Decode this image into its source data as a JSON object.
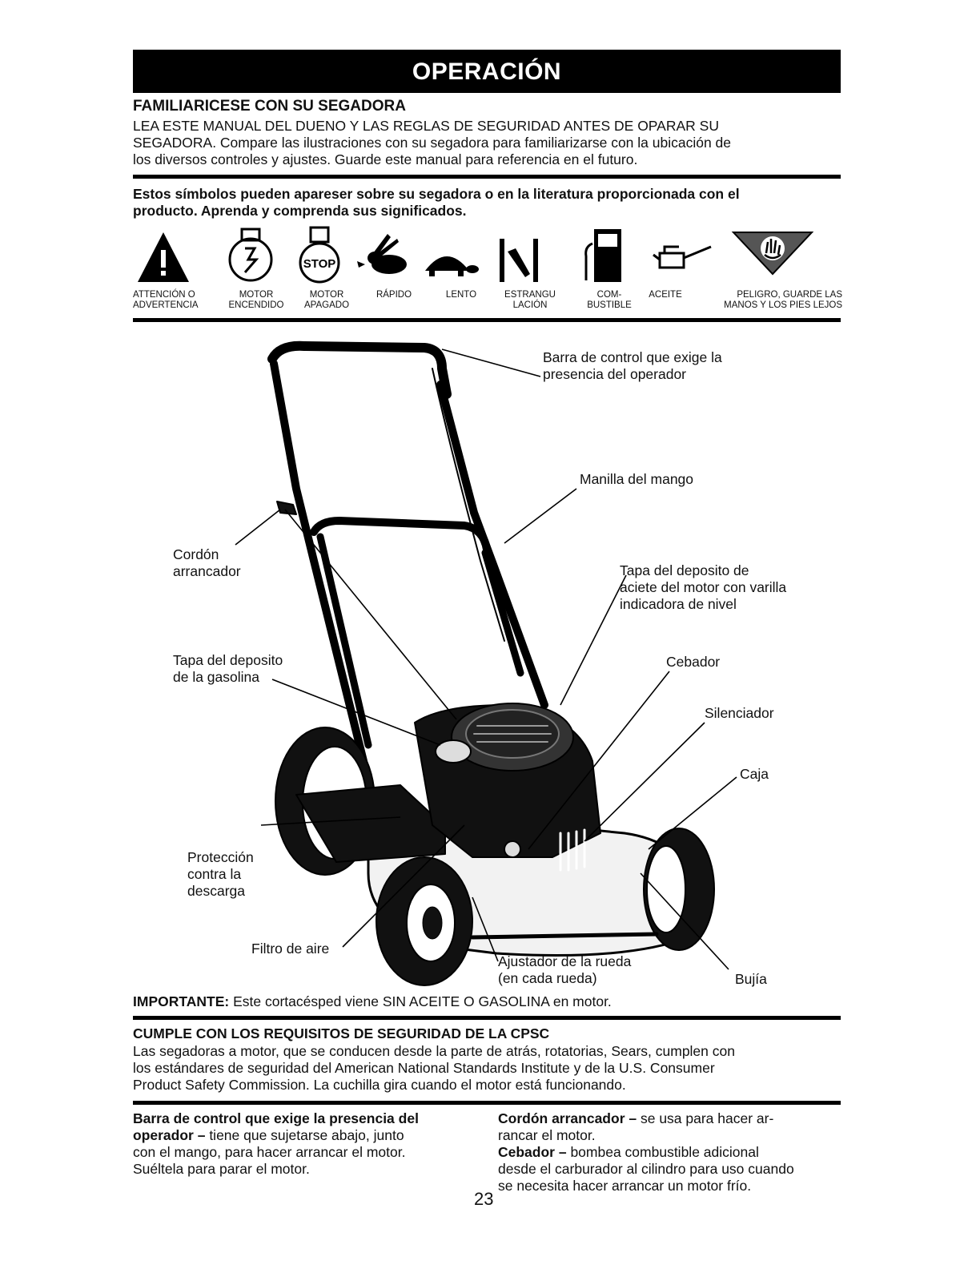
{
  "header": {
    "title": "OPERACIÓN"
  },
  "intro": {
    "heading": "FAMILIARICESE CON SU SEGADORA",
    "lines": [
      "LEA ESTE MANUAL DEL DUENO Y LAS REGLAS DE SEGURIDAD ANTES DE OPARAR SU",
      "SEGADORA.  Compare las ilustraciones con su segadora para familiarizarse con la ubicación de",
      "los diversos controles y ajustes.  Guarde este manual para referencia en el futuro."
    ]
  },
  "symbols": {
    "heading_lines": [
      "Estos símbolos pueden apareser sobre su segadora o en la literatura proporcionada con el",
      "producto.  Aprenda y comprenda sus significados."
    ],
    "items": [
      {
        "icon": "warning-triangle-icon",
        "label1": "ATTENCIÓN O",
        "label2": "ADVERTENCIA"
      },
      {
        "icon": "engine-start-icon",
        "label1": "MOTOR",
        "label2": "ENCENDIDO"
      },
      {
        "icon": "engine-stop-icon",
        "label1": "MOTOR",
        "label2": "APAGADO",
        "icon_text": "STOP"
      },
      {
        "icon": "rabbit-fast-icon",
        "label1": "RÁPIDO",
        "label2": ""
      },
      {
        "icon": "turtle-slow-icon",
        "label1": "LENTO",
        "label2": ""
      },
      {
        "icon": "choke-icon",
        "label1": "ESTRANGU",
        "label2": "LACIÓN"
      },
      {
        "icon": "fuel-pump-icon",
        "label1": "COM-",
        "label2": "BUSTIBLE"
      },
      {
        "icon": "oil-can-icon",
        "label1": "ACEITE",
        "label2": ""
      },
      {
        "icon": "hand-hazard-icon",
        "label1": "PELIGRO, GUARDE LAS",
        "label2": "MANOS Y LOS PIES LEJOS"
      }
    ]
  },
  "diagram": {
    "labels": {
      "control_bar": [
        "Barra de control que exige la",
        "presencia del operador"
      ],
      "handle_knob": [
        "Manilla del mango"
      ],
      "starter_rope": [
        "Cordón",
        "arrancador"
      ],
      "oil_cap": [
        "Tapa del deposito de",
        "aciete del motor con varilla",
        "indicadora de nivel"
      ],
      "fuel_cap": [
        "Tapa del deposito",
        "de la gasolina"
      ],
      "primer": [
        "Cebador"
      ],
      "muffler": [
        "Silenciador"
      ],
      "housing": [
        "Caja"
      ],
      "discharge_guard": [
        "Protección",
        "contra la",
        "descarga"
      ],
      "air_filter": [
        "Filtro de aire"
      ],
      "wheel_adjuster": [
        "Ajustador de la rueda",
        "(en cada rueda)"
      ],
      "spark_plug": [
        "Bujía"
      ]
    }
  },
  "important": {
    "label": "IMPORTANTE:",
    "text": " Este cortacésped viene SIN ACEITE O GASOLINA en motor."
  },
  "cpsc": {
    "heading": "CUMPLE CON LOS REQUISITOS DE SEGURIDAD DE LA CPSC",
    "lines": [
      "Las segadoras a motor, que se conducen desde la parte de atrás, rotatorias, Sears, cumplen con",
      "los estándares de seguridad del American National Standards Institute y de la U.S. Consumer",
      "Product Safety Commission.  La cuchilla gira cuando el motor está funcionando."
    ]
  },
  "definitions": {
    "left": {
      "term_line1": "Barra de control que exige la presencia del",
      "term_line2": "operador –",
      "rest_line2": " tiene que sujetarse abajo, junto",
      "line3": "con el mango, para hacer arrancar el motor.",
      "line4": "Suéltela para parar el motor."
    },
    "right": {
      "term1": "Cordón arrancador –",
      "desc1a": " se usa para hacer ar-",
      "desc1b": "rancar el motor.",
      "term2": "Cebador –",
      "desc2a": " bombea combustible adicional",
      "desc2b": "desde el carburador al cilindro para uso cuando",
      "desc2c": "se necesita hacer arrancar un motor frío."
    }
  },
  "page_number": "23"
}
